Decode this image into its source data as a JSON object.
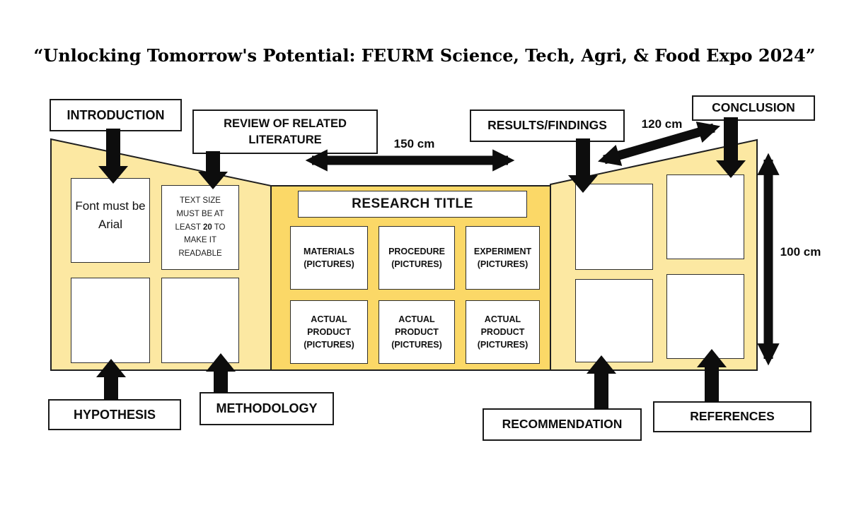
{
  "title": "“Unlocking Tomorrow's Potential: FEURM Science, Tech, Agri, & Food Expo 2024”",
  "labels": {
    "introduction": "INTRODUCTION",
    "review": "REVIEW OF RELATED LITERATURE",
    "results": "RESULTS/FINDINGS",
    "conclusion": "CONCLUSION",
    "hypothesis": "HYPOTHESIS",
    "methodology": "METHODOLOGY",
    "recommendation": "RECOMMENDATION",
    "references": "REFERENCES"
  },
  "measurements": {
    "width_label": "150 cm",
    "diagonal_label": "120 cm",
    "height_label": "100 cm"
  },
  "left_panel": {
    "font_note": "Font must be Arial",
    "text_size_note": {
      "line1": "TEXT SIZE",
      "line2": "MUST BE AT",
      "line3_pre": "LEAST ",
      "line3_bold": "20",
      "line3_post": " TO",
      "line4": "MAKE IT",
      "line5": "READABLE"
    }
  },
  "center_panel": {
    "research_title": "RESEARCH TITLE",
    "top_row": [
      "MATERIALS (PICTURES)",
      "PROCEDURE (PICTURES)",
      "EXPERIMENT (PICTURES)"
    ],
    "bottom_row": [
      "ACTUAL PRODUCT (PICTURES)",
      "ACTUAL PRODUCT (PICTURES)",
      "ACTUAL PRODUCT (PICTURES)"
    ]
  },
  "colors": {
    "panel_light": "#fce8a2",
    "panel_gold": "#fbd867",
    "ink": "#0d0d0d"
  }
}
